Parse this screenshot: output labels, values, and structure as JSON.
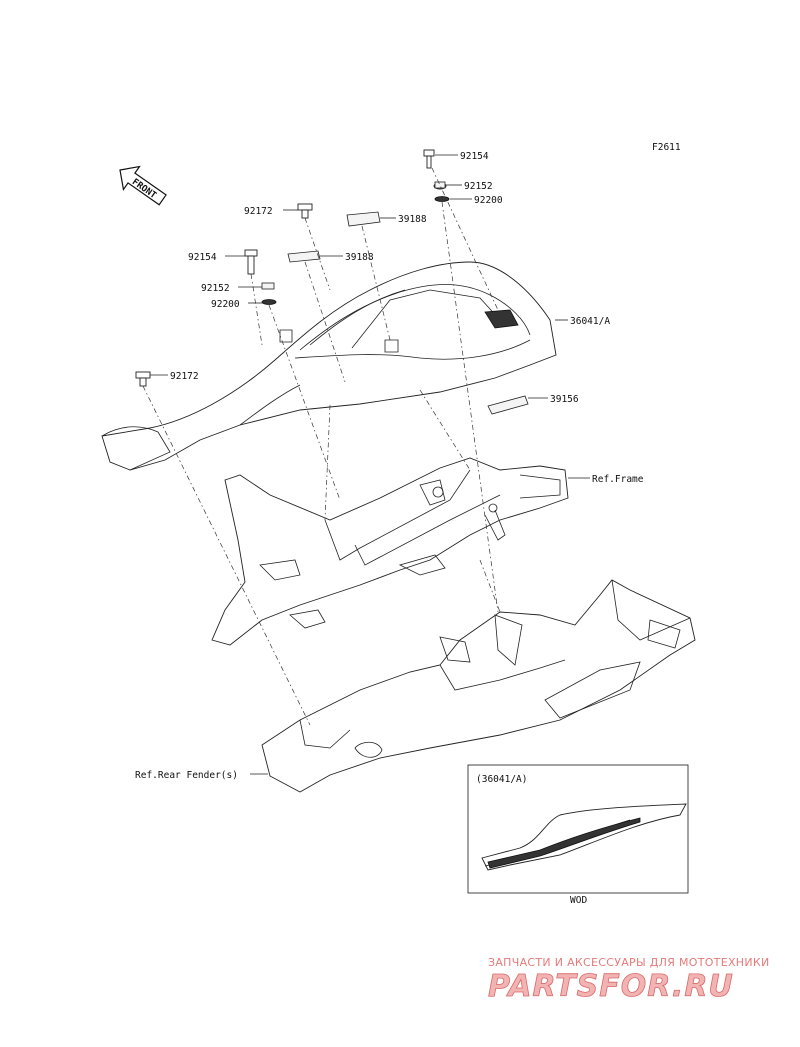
{
  "figure_code": "F2611",
  "front_arrow": "FRONT",
  "parts": {
    "p92154_top": "92154",
    "p92152_top": "92152",
    "p92200_top": "92200",
    "p92172_top": "92172",
    "p39188_top": "39188",
    "p39188_mid": "39188",
    "p92154_left": "92154",
    "p92152_left": "92152",
    "p92200_left": "92200",
    "p36041A": "36041/A",
    "p92172_left": "92172",
    "p39156": "39156",
    "ref_frame": "Ref.Frame",
    "ref_rear_fender": "Ref.Rear Fender(s)"
  },
  "inset": {
    "label": "(36041/A)",
    "caption": "WOD"
  },
  "watermark": {
    "tagline": "ЗАПЧАСТИ И АКСЕССУАРЫ ДЛЯ МОТОТЕХНИКИ",
    "brand": "PARTSFOR.RU"
  }
}
